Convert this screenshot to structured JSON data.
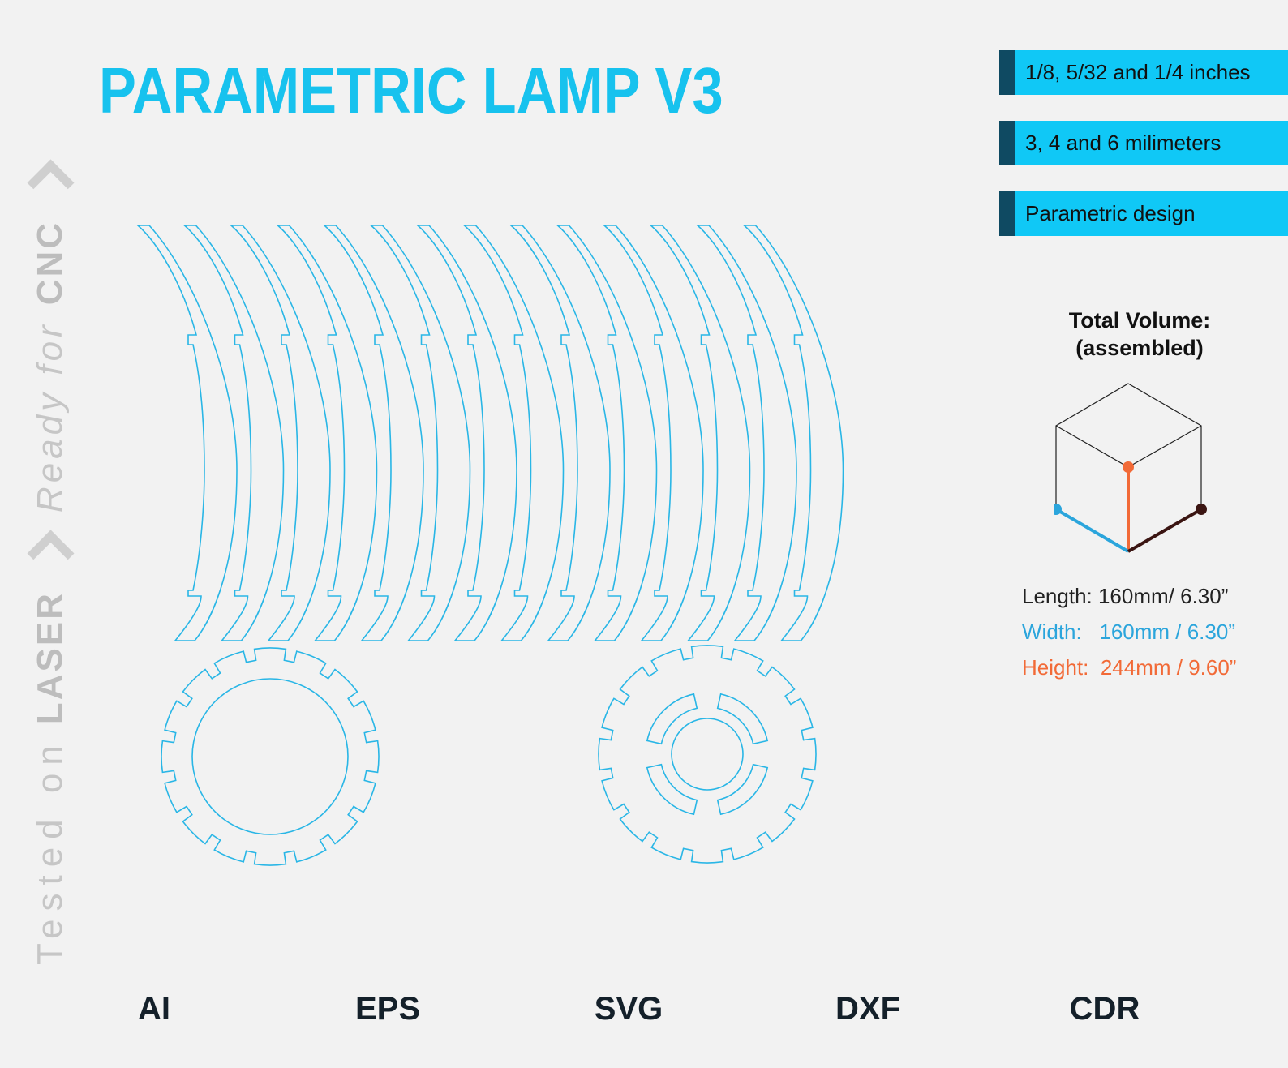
{
  "title": "PARAMETRIC LAMP V3",
  "side_banner": {
    "prefix": "Tested on",
    "first": "LASER",
    "middle": "Ready for",
    "second": "CNC"
  },
  "tags": [
    {
      "label": "1/8, 5/32 and 1/4 inches"
    },
    {
      "label": "3, 4 and 6 milimeters"
    },
    {
      "label": "Parametric design"
    }
  ],
  "volume": {
    "title_line1": "Total Volume:",
    "title_line2": "(assembled)",
    "length": "Length: 160mm/ 6.30”",
    "width": "Width:   160mm / 6.30”",
    "height": "Height:  244mm / 9.60”"
  },
  "formats": [
    "AI",
    "EPS",
    "SVG",
    "DXF",
    "CDR"
  ],
  "colors": {
    "accent": "#17c2ee",
    "tag_bg": "#10c8f6",
    "tag_border": "#0f4a62",
    "outline": "#29b6e6",
    "length_color": "#3b1512",
    "width_color": "#2ba5dc",
    "height_color": "#f26a37"
  },
  "parts": {
    "rib_count": 14,
    "tabs_left_ring": 16,
    "tabs_right_ring": 16
  }
}
